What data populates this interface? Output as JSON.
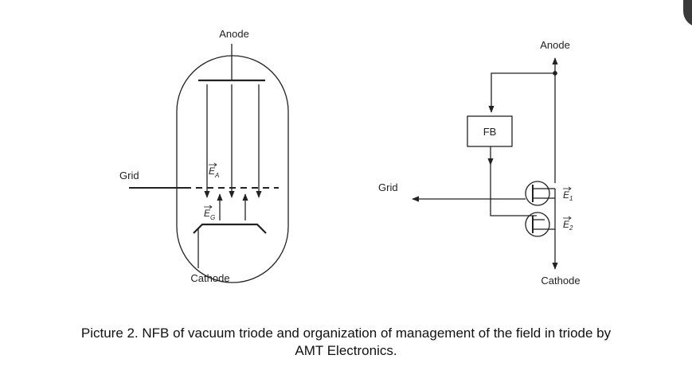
{
  "triode": {
    "anode_label": "Anode",
    "grid_label": "Grid",
    "cathode_label": "Cathode",
    "field_anode": {
      "symbol": "E",
      "subscript": "A"
    },
    "field_grid": {
      "symbol": "E",
      "subscript": "G"
    }
  },
  "nfb_schematic": {
    "anode_label": "Anode",
    "grid_label": "Grid",
    "cathode_label": "Cathode",
    "fb_block_label": "FB",
    "field_1": {
      "symbol": "E",
      "subscript": "1"
    },
    "field_2": {
      "symbol": "E",
      "subscript": "2"
    }
  },
  "caption": {
    "line1": "Picture 2. NFB of vacuum triode and organization of management of the field in triode by",
    "line2": "AMT Electronics."
  }
}
